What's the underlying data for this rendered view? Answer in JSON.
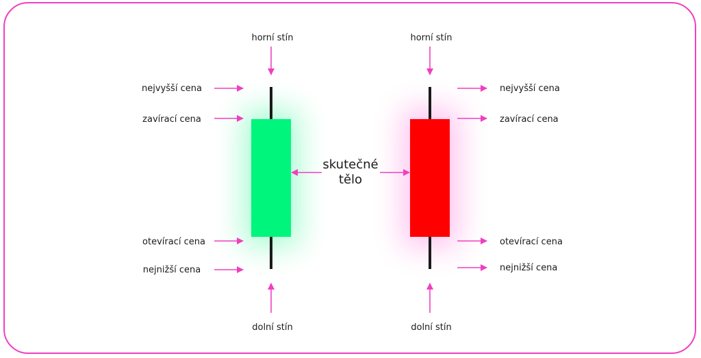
{
  "colors": {
    "frame": "#f03fbf",
    "arrow": "#f03fbf",
    "bullish_body": "#00f57d",
    "bearish_body": "#ff0000",
    "wick": "#1a1a1a"
  },
  "left_candle": {
    "upper_shadow": "horní stín",
    "high": "nejvyšší cena",
    "close": "zavírací cena",
    "open": "otevírací cena",
    "low": "nejnižší cena",
    "lower_shadow": "dolní stín"
  },
  "right_candle": {
    "upper_shadow": "horní stín",
    "high": "nejvyšší cena",
    "close": "zavírací cena",
    "open": "otevírací cena",
    "low": "nejnižší cena",
    "lower_shadow": "dolní stín"
  },
  "real_body": {
    "line1": "skutečné",
    "line2": "tělo"
  }
}
